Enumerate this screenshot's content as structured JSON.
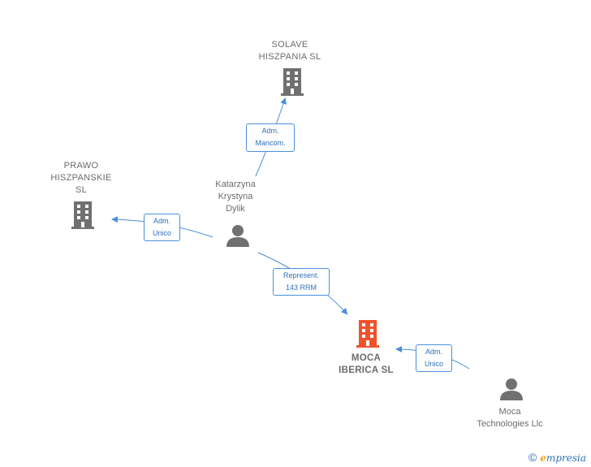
{
  "nodes": {
    "solave": {
      "label": "SOLAVE\nHISZPANIA  SL",
      "type": "company",
      "color": "#707070"
    },
    "prawo": {
      "label": "PRAWO\nHISZPANSKIE\nSL",
      "type": "company",
      "color": "#707070"
    },
    "katarzyna": {
      "label": "Katarzyna\nKrystyna\nDylik",
      "type": "person",
      "color": "#707070"
    },
    "moca_iberica": {
      "label": "MOCA\nIBERICA  SL",
      "type": "company",
      "color": "#f0532b"
    },
    "moca_tech": {
      "label": "Moca\nTechnologies Llc",
      "type": "person",
      "color": "#707070"
    }
  },
  "edges": {
    "kat_solave": "Adm.\nMancom.",
    "kat_prawo": "Adm.\nUnico",
    "kat_moca": "Represent.\n143 RRM",
    "mocatech_moca": "Adm.\nUnico"
  },
  "colors": {
    "edge": "#4a90d9"
  },
  "brand": {
    "copyright": "©",
    "name": "mpresia",
    "initial": "e"
  }
}
